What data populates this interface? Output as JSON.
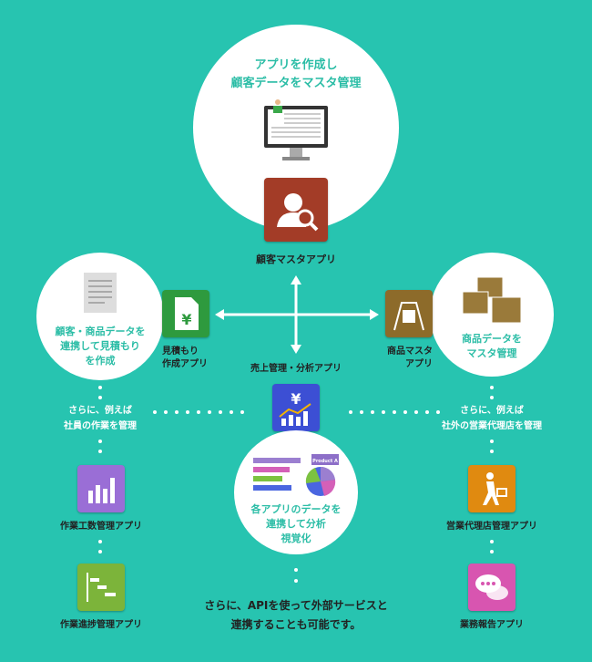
{
  "top_circle": {
    "line1": "アプリを作成し",
    "line2": "顧客データをマスタ管理"
  },
  "customer_app": {
    "label": "顧客マスタアプリ",
    "color": "#a33c27"
  },
  "left_circle": {
    "line1": "顧客・商品データを",
    "line2": "連携して見積もり",
    "line3": "を作成"
  },
  "right_circle": {
    "line1": "商品データを",
    "line2": "マスタ管理"
  },
  "quote_app": {
    "line1": "見積もり",
    "line2": "作成アプリ",
    "color": "#2e9a3e"
  },
  "product_app": {
    "line1": "商品マスタ",
    "line2": "アプリ",
    "color": "#8d6b2a"
  },
  "sales_app": {
    "label": "売上管理・分析アプリ",
    "color": "#3c4fd4"
  },
  "bottom_circle": {
    "line1": "各アプリのデータを",
    "line2": "連携して分析",
    "line3": "視覚化",
    "legend": "Product A"
  },
  "left_branch": {
    "line1": "さらに、例えば",
    "line2": "社員の作業を管理",
    "app1": "作業工数管理アプリ",
    "app2": "作業進捗管理アプリ"
  },
  "right_branch": {
    "line1": "さらに、例えば",
    "line2": "社外の営業代理店を管理",
    "app1": "営業代理店管理アプリ",
    "app2": "業務報告アプリ"
  },
  "footer": {
    "line1": "さらに、APIを使って外部サービスと",
    "line2": "連携することも可能です。"
  }
}
